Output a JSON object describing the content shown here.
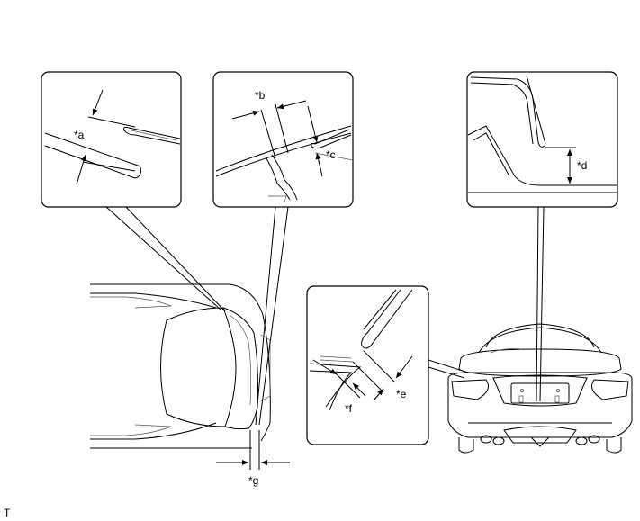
{
  "labels": {
    "a": "*a",
    "b": "*b",
    "c": "*c",
    "d": "*d",
    "e": "*e",
    "f": "*f",
    "g": "*g"
  },
  "corner_mark": "T"
}
